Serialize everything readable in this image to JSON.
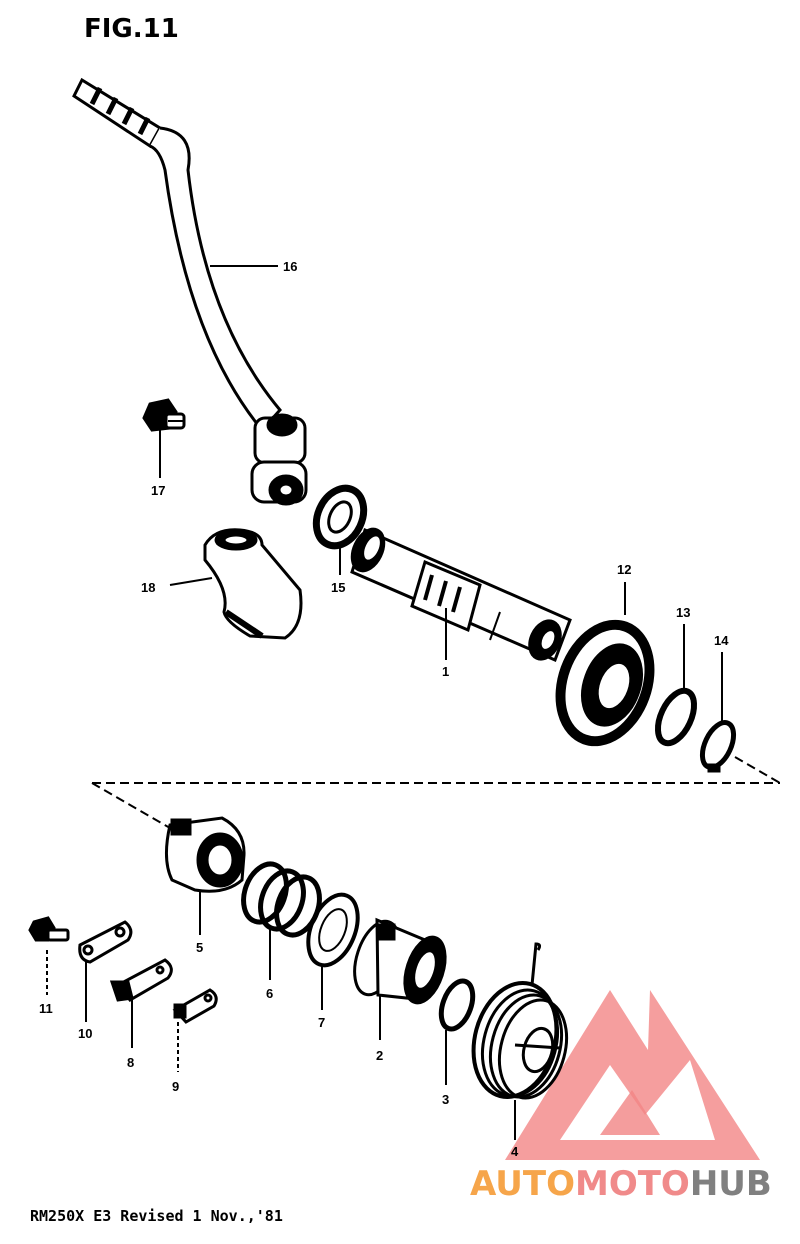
{
  "figure_title": "FIG.11",
  "footer": "RM250X E3  Revised 1 Nov.,'81",
  "watermark": {
    "word_part1": "AUTO",
    "word_part2": "MOTO",
    "word_part3": "HUB",
    "color_orange": "#f6a54a",
    "color_pink": "#f08a8a",
    "color_gray": "#808080",
    "logo_color": "#f07070"
  },
  "callouts": {
    "c1": "1",
    "c2": "2",
    "c3": "3",
    "c4": "4",
    "c5": "5",
    "c6": "6",
    "c7": "7",
    "c8": "8",
    "c9": "9",
    "c10": "10",
    "c11": "11",
    "c12": "12",
    "c13": "13",
    "c14": "14",
    "c15": "15",
    "c16": "16",
    "c17": "17",
    "c18": "18"
  }
}
